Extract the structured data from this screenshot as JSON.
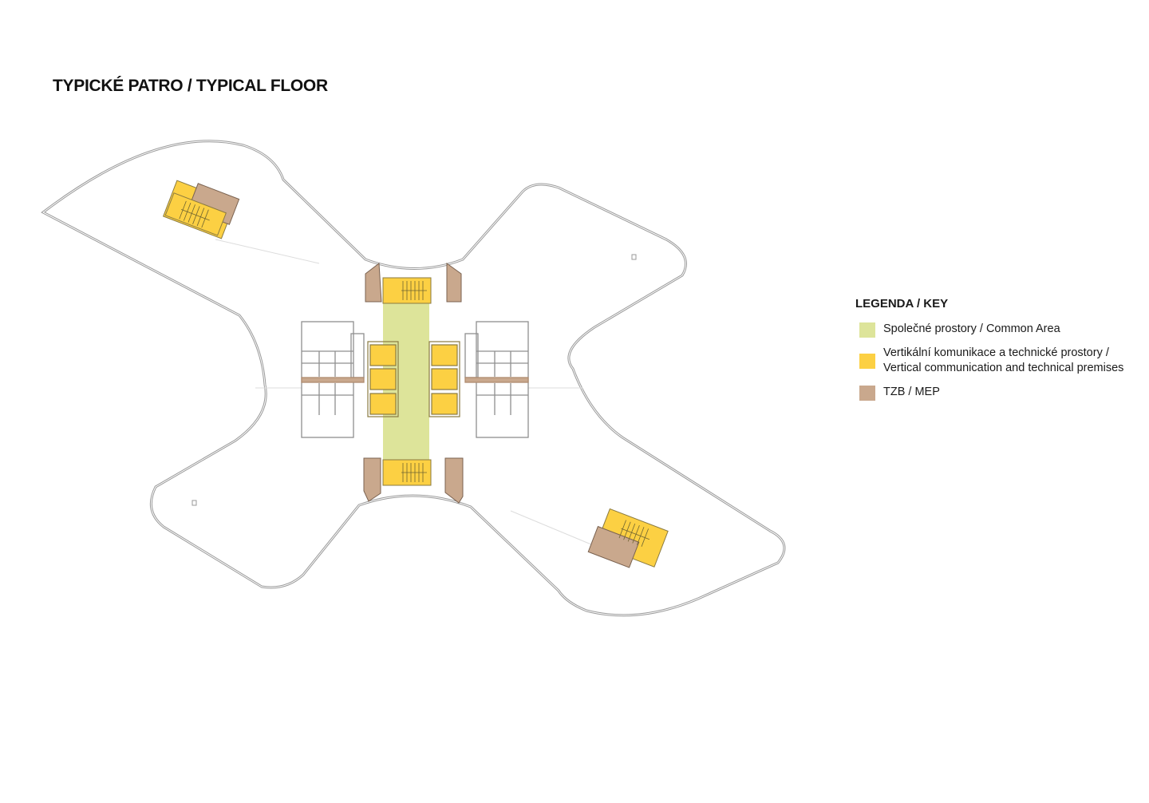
{
  "title": "TYPICKÉ PATRO / TYPICAL FLOOR",
  "legend": {
    "title": "LEGENDA / KEY",
    "items": [
      {
        "lines": [
          "Společné prostory / Common Area"
        ],
        "color": "#dde49a"
      },
      {
        "lines": [
          "Vertikální komunikace a technické prostory /",
          "Vertical communication and technical premises"
        ],
        "color": "#fcd043"
      },
      {
        "lines": [
          "TZB / MEP"
        ],
        "color": "#c9a88d"
      }
    ]
  },
  "colors": {
    "common_area": "#dde49a",
    "vertical_communication": "#fcd043",
    "mep": "#c9a88d",
    "outline": "#9a9a9a"
  }
}
